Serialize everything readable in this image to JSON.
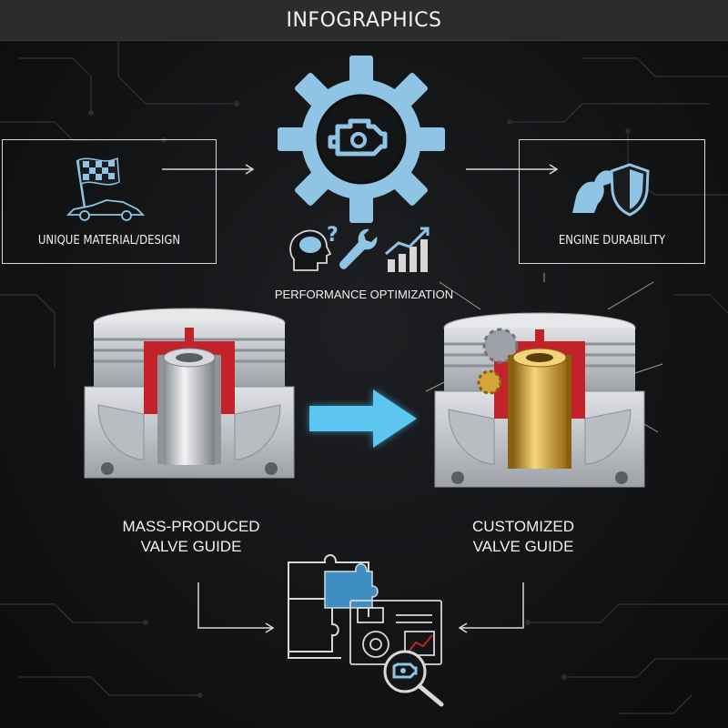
{
  "header": {
    "title": "INFOGRAPHICS"
  },
  "left_box": {
    "label": "UNIQUE MATERIAL/DESIGN",
    "icons": [
      "checkered-flag-icon",
      "race-car-icon"
    ]
  },
  "right_box": {
    "label": "ENGINE DURABILITY",
    "icons": [
      "flexed-arm-icon",
      "shield-icon"
    ]
  },
  "center": {
    "label": "PERFORMANCE OPTIMIZATION",
    "icons": [
      "gear-engine-icon",
      "brain-question-icon",
      "wrench-icon",
      "growth-chart-icon"
    ]
  },
  "left_component": {
    "caption_line1": "MASS-PRODUCED",
    "caption_line2": "VALVE GUIDE"
  },
  "right_component": {
    "caption_line1": "CUSTOMIZED",
    "caption_line2": "VALVE GUIDE"
  },
  "bottom": {
    "icons": [
      "puzzle-icon",
      "magnifier-engine-icon"
    ]
  },
  "colors": {
    "background": "#131416",
    "accent_blue": "#86c3e6",
    "arrow_cyan": "#3fb6e8",
    "gold": "#d4a63a",
    "red": "#c4222a",
    "steel": "#c9ccd0"
  }
}
